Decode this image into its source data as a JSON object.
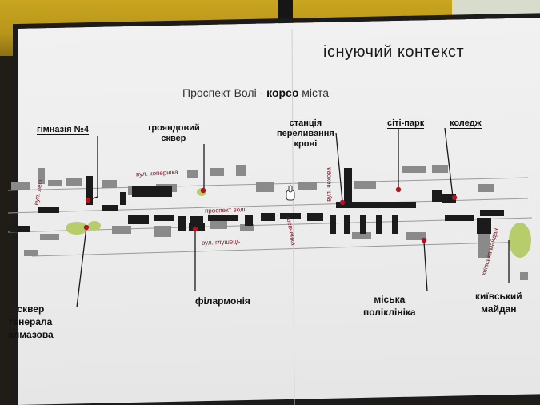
{
  "slide": {
    "title": "існуючий контекст",
    "subtitle_main": "Проспект Волі - ",
    "subtitle_bold": "корсо",
    "subtitle_end": " міста"
  },
  "landmarks": {
    "gymnasium": "гімназія №4",
    "rose_square_1": "трояндовий",
    "rose_square_2": "сквер",
    "blood_station_1": "станція",
    "blood_station_2": "переливання",
    "blood_station_3": "крові",
    "city_park": "сіті-парк",
    "college": "коледж",
    "almazov_1": "сквер",
    "almazov_2": "генерала",
    "almazov_3": "алмазова",
    "philharmonic": "філармонія",
    "polyclinic_1": "міська",
    "polyclinic_2": "поліклініка",
    "kyiv_square_1": "київський",
    "kyiv_square_2": "майдан"
  },
  "streets": {
    "koperniko": "вул. коперніка",
    "prospekt": "проспект волі",
    "hlushets": "вул. глушець",
    "chekhova": "вул. чехова",
    "shevchenko": "шевченка",
    "lesya": "вул. лесі",
    "kyivska": "київська майдан"
  },
  "colors": {
    "building": "#1b1b1b",
    "old_building": "#8a8a8a",
    "marker": "#b3121f",
    "green": "#b7cc6a"
  }
}
